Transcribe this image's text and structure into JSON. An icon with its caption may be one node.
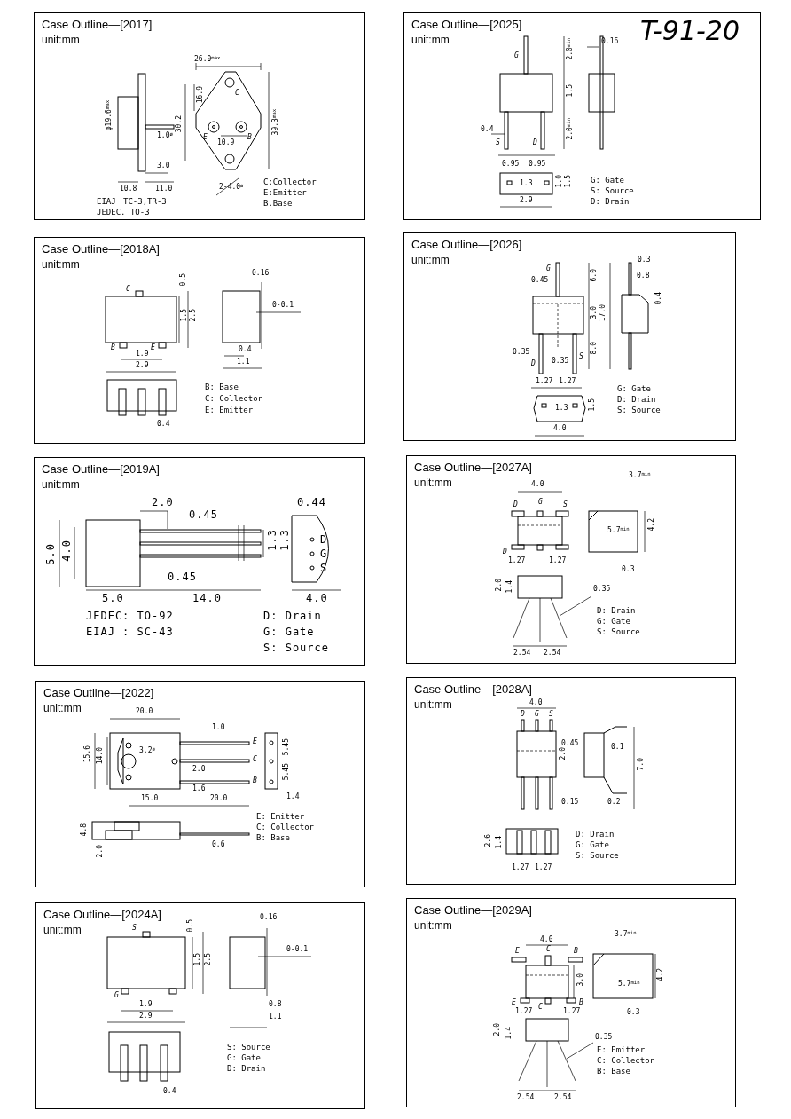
{
  "diagram": {
    "nodes": [
      {
        "text": [
          "Case Outline—[2017]",
          "unit:mm",
          "26.0$^{max}$",
          "16.9",
          "30.2",
          "39.3$^{max}$",
          "φ19.6$^{max}$",
          "1.0$^{ø}$",
          "10.9",
          "3.0",
          "10.8",
          "11.0",
          "2-4.0$^{ø}$",
          "C",
          "E",
          "B",
          "C:Collector",
          "E:Emitter",
          "B.Base",
          "EIAJ",
          "TC-3,TR-3",
          "JEDEC. TO-3"
        ]
      },
      {
        "text": [
          "Case Outline—[2025]",
          "unit:mm",
          "G",
          "2.0$^{min}$",
          "0.16",
          "1.5",
          "2.0$^{min}$",
          "0.4",
          "S",
          "D",
          "0.95",
          "0.95",
          "1.3",
          "1.0",
          "1.5",
          "2.9",
          "G: Gate",
          "S: Source",
          "D: Drain"
        ]
      },
      {
        "text": [
          "Case Outline—[2018A]",
          "unit:mm",
          "C",
          "0.5",
          "1.5",
          "2.5",
          "B",
          "E",
          "1.9",
          "2.9",
          "0.16",
          "0-0.1",
          "0.4",
          "1.1",
          "0.4",
          "B: Base",
          "C: Collector",
          "E: Emitter"
        ]
      },
      {
        "text": [
          "Case Outline—[2026]",
          "unit:mm",
          "G",
          "0.45",
          "6.0",
          "3.0",
          "8.0",
          "17.0",
          "0.3",
          "0.8",
          "0.4",
          "0.35",
          "D",
          "0.35",
          "S",
          "1.27",
          "1.27",
          "1.3",
          "1.5",
          "4.0",
          "G: Gate",
          "D: Drain",
          "S: Source"
        ]
      },
      {
        "text": [
          "Case Outline—[2019A]",
          "unit:mm",
          "2.0",
          "0.45",
          "0.44",
          "5.0",
          "4.0",
          "1.3",
          "1.3",
          "D",
          "G",
          "S",
          "0.45",
          "5.0",
          "14.0",
          "4.0",
          "JEDEC: TO-92",
          "EIAJ : SC-43",
          "D: Drain",
          "G: Gate",
          "S: Source"
        ]
      },
      {
        "text": [
          "Case Outline—[2027A]",
          "unit:mm",
          "4.0",
          "3.7$^{min}$",
          "D",
          "G",
          "S",
          "4.2",
          "5.7$^{min}$",
          "D",
          "1.27",
          "1.27",
          "0.3",
          "2.0",
          "1.4",
          "0.35",
          "D: Drain",
          "G: Gate",
          "S: Source",
          "2.54",
          "2.54"
        ]
      },
      {
        "text": [
          "Case Outline—[2022]",
          "unit:mm",
          "20.0",
          "1.0",
          "E",
          "C",
          "B",
          "15.6",
          "14.0",
          "3.2$^{ø}$",
          "2.0",
          "1.6",
          "15.0",
          "20.0",
          "5.45",
          "5.45",
          "1.4",
          "E: Emitter",
          "C: Collector",
          "B: Base",
          "4.8",
          "2.0",
          "0.6"
        ]
      },
      {
        "text": [
          "Case Outline—[2028A]",
          "unit:mm",
          "4.0",
          "D",
          "G",
          "S",
          "0.45",
          "0.1",
          "2.0",
          "7.0",
          "0.15",
          "0.2",
          "2.6",
          "1.4",
          "1.27",
          "1.27",
          "D: Drain",
          "G: Gate",
          "S: Source"
        ]
      },
      {
        "text": [
          "Case Outline—[2024A]",
          "unit:mm",
          "S",
          "0.5",
          "1.5",
          "2.5",
          "G",
          "1.9",
          "2.9",
          "0.16",
          "0-0.1",
          "0.8",
          "1.1",
          "S: Source",
          "G: Gate",
          "D: Drain",
          "0.4"
        ]
      },
      {
        "text": [
          "Case Outline—[2029A]",
          "unit:mm",
          "4.0",
          "3.7$^{min}$",
          "E",
          "C",
          "B",
          "3.0",
          "4.2",
          "5.7$^{min}$",
          "E",
          "C",
          "B",
          "1.27",
          "1.27",
          "0.3",
          "2.0",
          "1.4",
          "0.35",
          "E: Emitter",
          "C: Collector",
          "B: Base",
          "2.54",
          "2.54"
        ]
      }
    ],
    "labels": [
      "T-91-20"
    ]
  }
}
